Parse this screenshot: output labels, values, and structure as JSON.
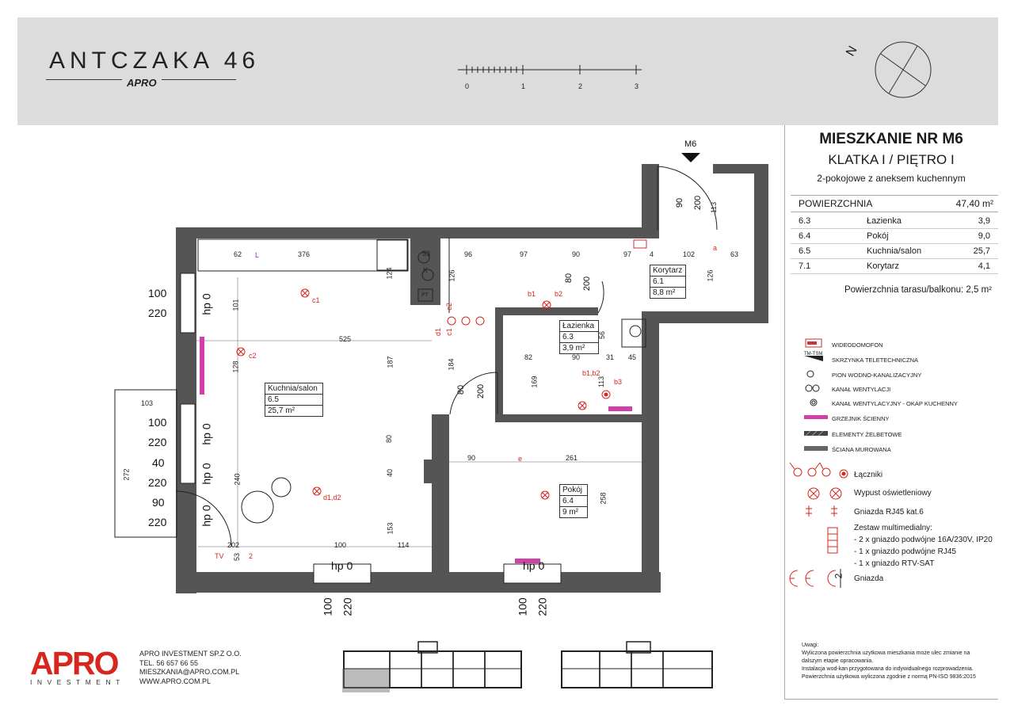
{
  "header": {
    "title": "ANTCZAKA 46",
    "brand_small": "APRO",
    "scale_labels": [
      "0",
      "1",
      "2",
      "3"
    ],
    "compass_letter": "N"
  },
  "apartment": {
    "title": "MIESZKANIE NR M6",
    "subtitle": "KLATKA I / PIĘTRO I",
    "description": "2-pokojowe z aneksem kuchennym",
    "area_label": "POWIERZCHNIA",
    "area_total": "47,40 m²",
    "rooms": [
      {
        "no": "6.3",
        "name": "Łazienka",
        "area": "3,9"
      },
      {
        "no": "6.4",
        "name": "Pokój",
        "area": "9,0"
      },
      {
        "no": "6.5",
        "name": "Kuchnia/salon",
        "area": "25,7"
      },
      {
        "no": "7.1",
        "name": "Korytarz",
        "area": "4,1"
      }
    ],
    "terrace": "Powierzchnia tarasu/balkonu: 2,5 m²"
  },
  "legend": {
    "small": [
      {
        "text": "WIDEODOMOFON",
        "icon": "intercom-icon"
      },
      {
        "text": "SKRZYNKA TELETECHNICZNA",
        "icon": "telecom-box-icon"
      },
      {
        "text": "PION WODNO-KANALIZACYJNY",
        "icon": "water-pipe-icon"
      },
      {
        "text": "KANAŁ WENTYLACJI",
        "icon": "ventilation-icon"
      },
      {
        "text": "KANAŁ WENTYLACYJNY - OKAP KUCHENNY",
        "icon": "hood-vent-icon"
      },
      {
        "text": "GRZEJNIK ŚCIENNY",
        "icon": "radiator-icon"
      },
      {
        "text": "ELEMENTY ŻELBETOWE",
        "icon": "concrete-icon"
      },
      {
        "text": "ŚCIANA MUROWANA",
        "icon": "masonry-wall-icon"
      }
    ],
    "telecom_tag": "TM-TSM",
    "switches": "Łączniki",
    "light": "Wypust oświetleniowy",
    "rj45": "Gniazda RJ45 kat.6",
    "multimedia_title": "Zestaw multimedialny:",
    "multimedia": [
      "- 2 x gniazdo podwójne 16A/230V, IP20",
      "- 1 x gniazdo podwójne RJ45",
      "- 1 x gniazdo RTV-SAT"
    ],
    "sockets": "Gniazda",
    "sockets_num": "2"
  },
  "notes": [
    "Uwagi:",
    "Wyliczona powierzchnia użytkowa mieszkania może ulec zmianie na",
    "dalszym etapie opracowania.",
    "Instalacja wod-kan przygotowana do indywidualnego rozprowadzenia.",
    "",
    "Powierzchnia użytkowa wyliczona zgodnie z normą PN-ISO 9836:2015"
  ],
  "company": {
    "logo": "APRO",
    "logo_sub": "INVESTMENT",
    "name": "APRO INVESTMENT SP.Z O.O.",
    "tel": "TEL. 56 657 66 55",
    "email": "MIESZKANIA@APRO.COM.PL",
    "web": "WWW.APRO.COM.PL"
  },
  "plan": {
    "entrance": "M6",
    "rooms": [
      {
        "name": "Kuchnia/salon",
        "no": "6.5",
        "area": "25,7 m²"
      },
      {
        "name": "Łazienka",
        "no": "6.3",
        "area": "3,9 m²"
      },
      {
        "name": "Pokój",
        "no": "6.4",
        "area": "9 m²"
      },
      {
        "name": "Korytarz",
        "no": "6.1",
        "area": "8,8 m²"
      }
    ],
    "window_labels": [
      {
        "w": "100",
        "h": "220",
        "hp": "hp 0"
      },
      {
        "w": "100",
        "h": "220",
        "hp": "hp 0"
      },
      {
        "w": "40",
        "h": "220",
        "hp": "hp 0"
      },
      {
        "w": "90",
        "h": "220",
        "hp": "hp 0"
      },
      {
        "w": "100",
        "h": "220",
        "hp": "hp 0"
      },
      {
        "w": "100",
        "h": "220",
        "hp": "hp 0"
      }
    ],
    "dims": {
      "d62": "62",
      "d376": "376",
      "d53": "53",
      "d96": "96",
      "d97a": "97",
      "d90a": "90",
      "d97b": "97",
      "d4": "4",
      "d102": "102",
      "d63": "63",
      "d126a": "126",
      "d126b": "126",
      "d101": "101",
      "d124": "124",
      "d525": "525",
      "d128": "128",
      "d187": "187",
      "d184": "184",
      "d82": "82",
      "d90b": "90",
      "d31": "31",
      "d45": "45",
      "d169": "169",
      "d113a": "113",
      "d113b": "113",
      "d56": "56",
      "d80a": "80",
      "d80b": "80",
      "d80c": "80",
      "d200a": "200",
      "d200b": "200",
      "d200c": "200",
      "d90c": "90",
      "d90d": "90",
      "d261": "261",
      "d258": "258",
      "d240": "240",
      "d40": "40",
      "d153": "153",
      "d114": "114",
      "d100": "100",
      "d202": "202",
      "d53b": "53",
      "d103": "103",
      "d272": "272"
    },
    "fixtures": {
      "c1": "c1",
      "c2": "c2",
      "d1d2": "d1,d2",
      "b1": "b1",
      "b2": "b2",
      "b1b2": "b1,b2",
      "b3": "b3",
      "e": "e",
      "a": "a",
      "d1": "d1",
      "c1s": "c1",
      "c2s": "c2",
      "sock2": "2",
      "tv": "TV",
      "pt": "PT",
      "k": "K",
      "l": "L"
    }
  }
}
